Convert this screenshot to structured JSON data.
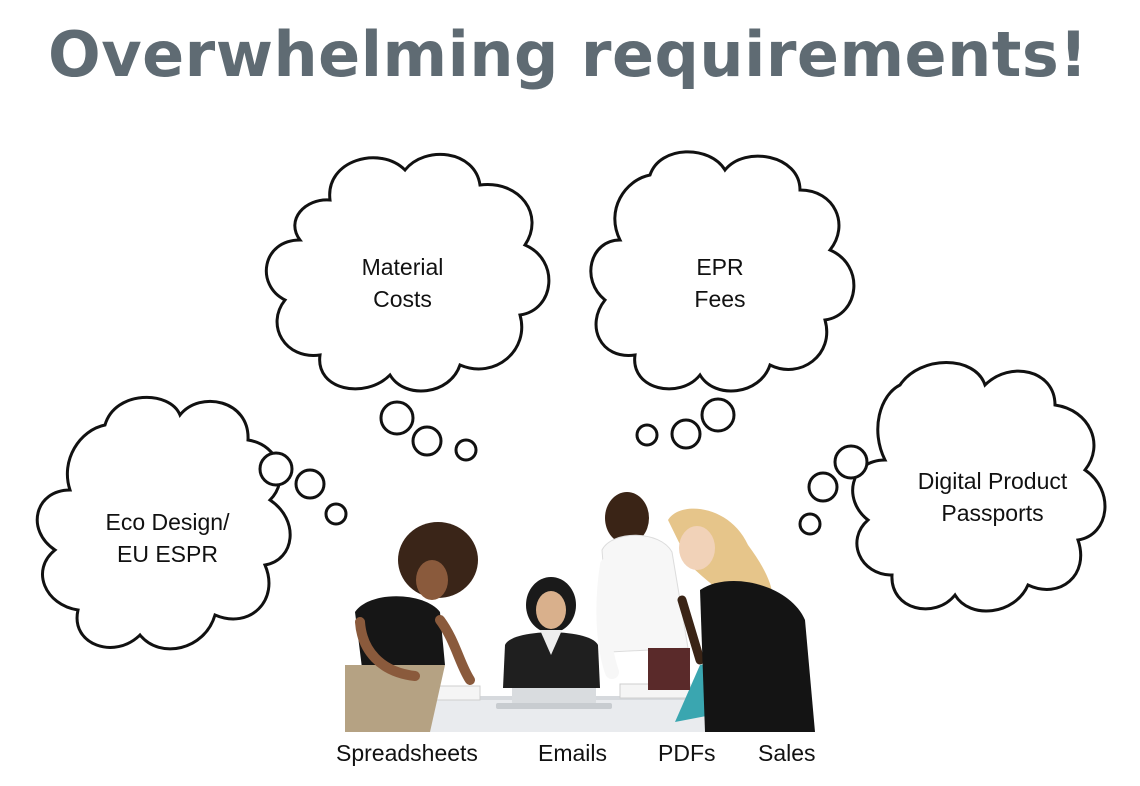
{
  "title": "Overwhelming requirements!",
  "clouds": [
    {
      "line1": "Material",
      "line2": "Costs"
    },
    {
      "line1": "EPR",
      "line2": "Fees"
    },
    {
      "line1": "Eco Design/",
      "line2": "EU ESPR"
    },
    {
      "line1": "Digital Product",
      "line2": "Passports"
    }
  ],
  "captions": [
    "Spreadsheets",
    "Emails",
    "PDFs",
    "Sales"
  ],
  "colors": {
    "title": "#5f6b73",
    "outline": "#111111"
  }
}
